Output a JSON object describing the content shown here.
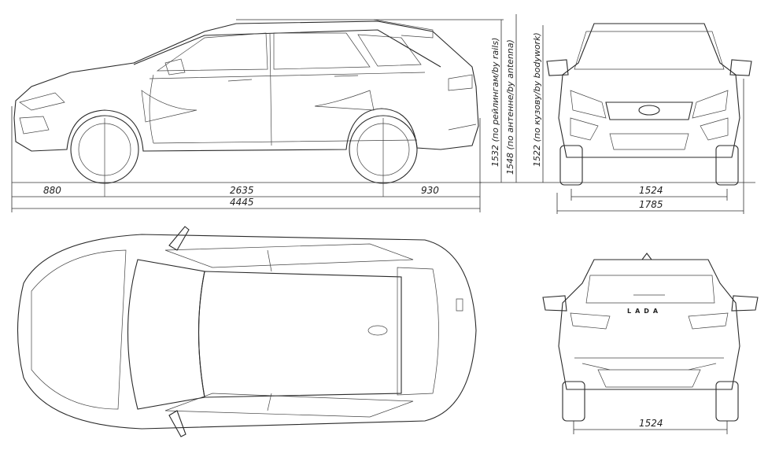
{
  "side_view": {
    "front_overhang": "880",
    "wheelbase": "2635",
    "rear_overhang": "930",
    "overall_length": "4445",
    "height_rails": "1532 (по рейлингам/by rails)",
    "height_antenna": "1548 (по антенне/by antenna)",
    "height_bodywork": "1522 (по кузову/by bodywork)"
  },
  "front_view": {
    "track_front": "1524",
    "overall_width": "1785"
  },
  "rear_view": {
    "track_rear": "1524",
    "badge": "LADA"
  }
}
